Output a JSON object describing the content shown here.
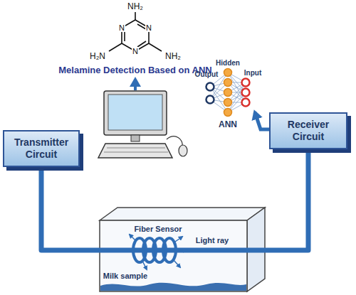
{
  "diagram": {
    "nodes": [
      {
        "text": [
          "Transmitter Circuit"
        ]
      },
      {
        "text": [
          "Receiver Circuit"
        ]
      }
    ],
    "edges": [
      {
        "from": 0,
        "to": 1,
        "arrow": "none"
      }
    ],
    "labels": [
      "NH₂",
      "H₂N",
      "NH₂",
      "N",
      "N",
      "N",
      "Melamine Detection Based on ANN",
      "Output",
      "Hidden",
      "Input",
      "ANN",
      "Fiber Sensor",
      "Light ray",
      "Milk sample"
    ]
  }
}
